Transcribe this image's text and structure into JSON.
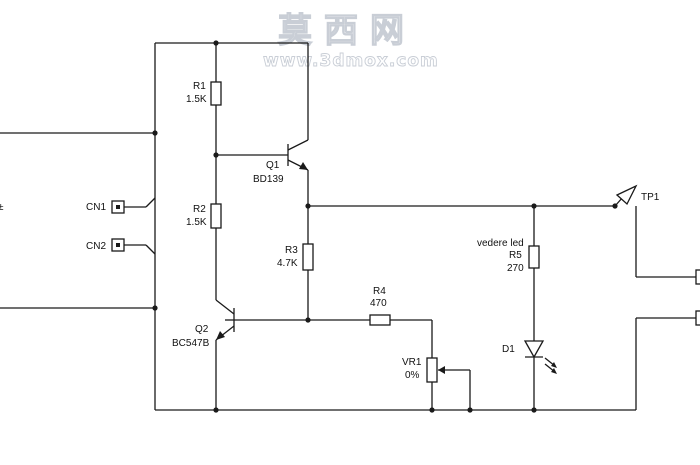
{
  "watermark": {
    "name": "莫西网",
    "url": "www.3dmox.com"
  },
  "connectors": {
    "cn1": "CN1",
    "cn2": "CN2"
  },
  "test_point": "TP1",
  "components": {
    "r1": {
      "ref": "R1",
      "value": "1.5K"
    },
    "r2": {
      "ref": "R2",
      "value": "1.5K"
    },
    "r3": {
      "ref": "R3",
      "value": "4.7K"
    },
    "r4": {
      "ref": "R4",
      "value": "470"
    },
    "r5": {
      "ref": "R5",
      "value": "270",
      "note": "vedere led"
    },
    "q1": {
      "ref": "Q1",
      "value": "BD139"
    },
    "q2": {
      "ref": "Q2",
      "value": "BC547B"
    },
    "vr1": {
      "ref": "VR1",
      "value": "0%"
    },
    "d1": {
      "ref": "D1"
    }
  },
  "left_edge_fragment": "±"
}
